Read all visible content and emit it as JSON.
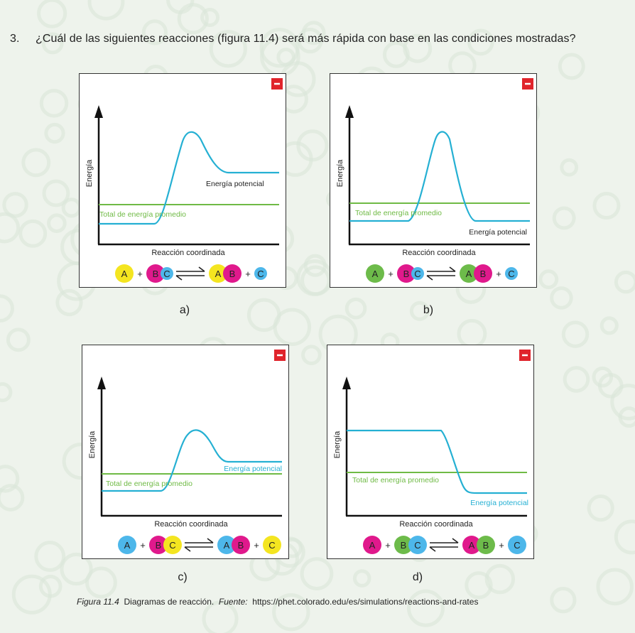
{
  "question": {
    "number": "3.",
    "text": "¿Cuál de las siguientes reacciones (figura 11.4) será más rápida con base en las condiciones mostradas?"
  },
  "colors": {
    "curve": "#25b0d3",
    "average": "#6fba45",
    "close_button": "#e0242b",
    "axis": "#111111",
    "yellow": "#f4e520",
    "magenta": "#e0198c",
    "cyan": "#4db7ea",
    "green": "#6dbb4a"
  },
  "diagrams": [
    {
      "label": "a)",
      "ylabel": "Energía",
      "xlabel": "Reacción coordinada",
      "potential_label": "Energía potencial",
      "average_label": "Total de energía promedio",
      "equation": [
        {
          "type": "atom",
          "letter": "A",
          "color": "yellow"
        },
        {
          "type": "op",
          "text": "+"
        },
        {
          "type": "atom",
          "letter": "B",
          "color": "magenta"
        },
        {
          "type": "atom",
          "letter": "C",
          "color": "cyan"
        },
        {
          "type": "eq"
        },
        {
          "type": "atom",
          "letter": "A",
          "color": "yellow"
        },
        {
          "type": "atom",
          "letter": "B",
          "color": "magenta"
        },
        {
          "type": "op",
          "text": "+"
        },
        {
          "type": "atom",
          "letter": "C",
          "color": "cyan"
        }
      ]
    },
    {
      "label": "b)",
      "ylabel": "Energía",
      "xlabel": "Reacción coordinada",
      "potential_label": "Energía potencial",
      "average_label": "Total de energía promedio",
      "equation": [
        {
          "type": "atom",
          "letter": "A",
          "color": "green"
        },
        {
          "type": "op",
          "text": "+"
        },
        {
          "type": "atom",
          "letter": "B",
          "color": "magenta"
        },
        {
          "type": "atom",
          "letter": "C",
          "color": "cyan"
        },
        {
          "type": "eq"
        },
        {
          "type": "atom",
          "letter": "A",
          "color": "green"
        },
        {
          "type": "atom",
          "letter": "B",
          "color": "magenta"
        },
        {
          "type": "op",
          "text": "+"
        },
        {
          "type": "atom",
          "letter": "C",
          "color": "cyan"
        }
      ]
    },
    {
      "label": "c)",
      "ylabel": "Energía",
      "xlabel": "Reacción coordinada",
      "potential_label": "Energía potencial",
      "average_label": "Total de energía promedio",
      "equation": [
        {
          "type": "atom",
          "letter": "A",
          "color": "cyan"
        },
        {
          "type": "op",
          "text": "+"
        },
        {
          "type": "atom",
          "letter": "B",
          "color": "magenta"
        },
        {
          "type": "atom",
          "letter": "C",
          "color": "yellow"
        },
        {
          "type": "eq"
        },
        {
          "type": "atom",
          "letter": "A",
          "color": "cyan"
        },
        {
          "type": "atom",
          "letter": "B",
          "color": "magenta"
        },
        {
          "type": "op",
          "text": "+"
        },
        {
          "type": "atom",
          "letter": "C",
          "color": "yellow"
        }
      ]
    },
    {
      "label": "d)",
      "ylabel": "Energía",
      "xlabel": "Reacción coordinada",
      "potential_label": "Energía potencial",
      "average_label": "Total de energía promedio",
      "equation": [
        {
          "type": "atom",
          "letter": "A",
          "color": "magenta"
        },
        {
          "type": "op",
          "text": "+"
        },
        {
          "type": "atom",
          "letter": "B",
          "color": "green"
        },
        {
          "type": "atom",
          "letter": "C",
          "color": "cyan"
        },
        {
          "type": "eq"
        },
        {
          "type": "atom",
          "letter": "A",
          "color": "magenta"
        },
        {
          "type": "atom",
          "letter": "B",
          "color": "green"
        },
        {
          "type": "op",
          "text": "+"
        },
        {
          "type": "atom",
          "letter": "C",
          "color": "cyan"
        }
      ]
    }
  ],
  "caption": {
    "figure": "Figura 11.4",
    "title": "Diagramas de reacción.",
    "source_label": "Fuente:",
    "url": "https://phet.colorado.edu/es/simulations/reactions-and-rates"
  }
}
